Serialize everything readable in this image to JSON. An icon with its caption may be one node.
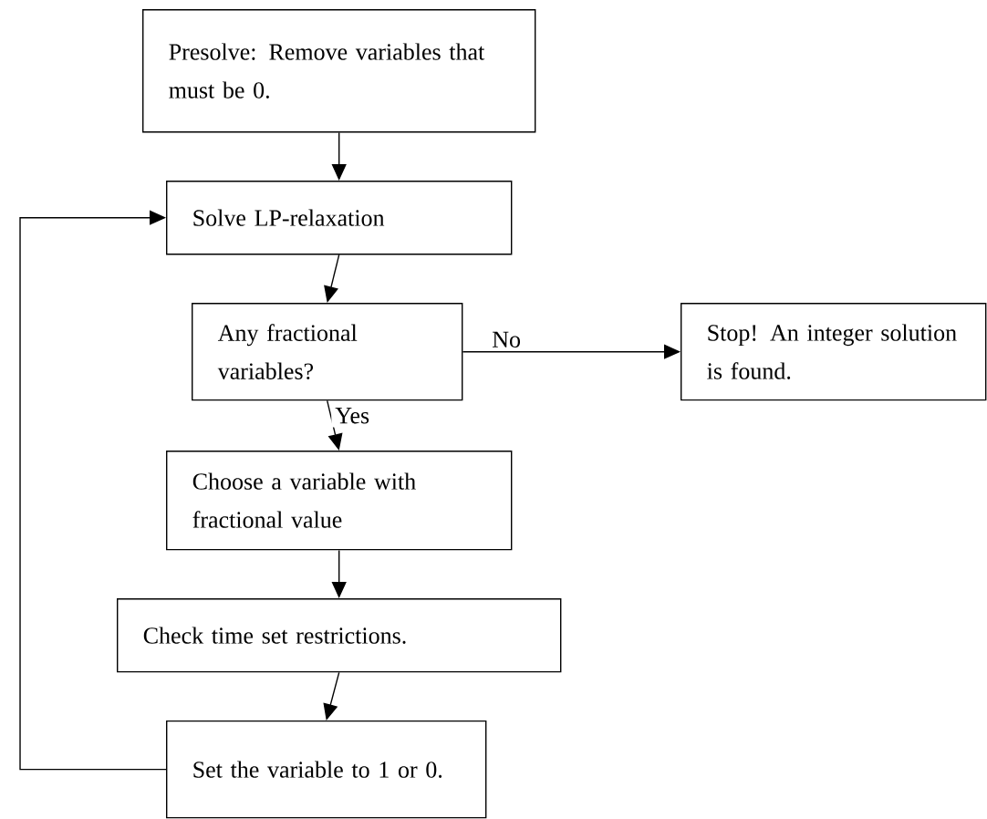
{
  "diagram": {
    "nodes": [
      {
        "text": [
          "Presolve: Remove variables that must be 0."
        ]
      },
      {
        "text": [
          "Solve LP-relaxation"
        ]
      },
      {
        "text": [
          "Any fractional variables?"
        ]
      },
      {
        "text": [
          "Stop! An integer solution is found."
        ]
      },
      {
        "text": [
          "Choose a variable with fractional value"
        ]
      },
      {
        "text": [
          "Check time set restrictions."
        ]
      },
      {
        "text": [
          "Set the variable to 1 or 0."
        ]
      }
    ],
    "edges": [
      {
        "from": 0,
        "to": 1,
        "arrow": "to"
      },
      {
        "from": 1,
        "to": 2,
        "arrow": "to"
      },
      {
        "from": 2,
        "to": 3,
        "arrow": "to",
        "label": "No"
      },
      {
        "from": 2,
        "to": 4,
        "arrow": "to",
        "label": "Yes"
      },
      {
        "from": 4,
        "to": 5,
        "arrow": "to"
      },
      {
        "from": 5,
        "to": 6,
        "arrow": "to"
      },
      {
        "from": 6,
        "to": 1,
        "arrow": "to"
      }
    ]
  }
}
